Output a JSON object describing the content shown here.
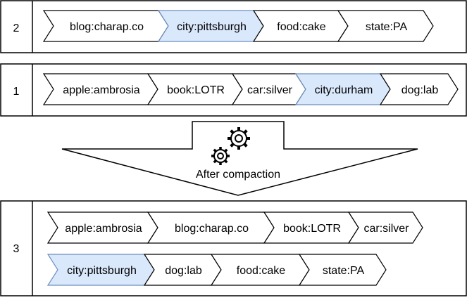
{
  "colors": {
    "stroke": "#000000",
    "fill_default": "#ffffff",
    "fill_highlight": "#dae8fc",
    "highlight_stroke": "#6c8ebf"
  },
  "segments": [
    {
      "index_label": "2",
      "chevrons": [
        {
          "label": "blog:charap.co",
          "highlight": false
        },
        {
          "label": "city:pittsburgh",
          "highlight": true
        },
        {
          "label": "food:cake",
          "highlight": false
        },
        {
          "label": "state:PA",
          "highlight": false
        }
      ]
    },
    {
      "index_label": "1",
      "chevrons": [
        {
          "label": "apple:ambrosia",
          "highlight": false
        },
        {
          "label": "book:LOTR",
          "highlight": false
        },
        {
          "label": "car:silver",
          "highlight": false
        },
        {
          "label": "city:durham",
          "highlight": true
        },
        {
          "label": "dog:lab",
          "highlight": false
        }
      ]
    },
    {
      "index_label": "3",
      "rows": [
        {
          "chevrons": [
            {
              "label": "apple:ambrosia",
              "highlight": false
            },
            {
              "label": "blog:charap.co",
              "highlight": false
            },
            {
              "label": "book:LOTR",
              "highlight": false
            },
            {
              "label": "car:silver",
              "highlight": false
            }
          ]
        },
        {
          "chevrons": [
            {
              "label": "city:pittsburgh",
              "highlight": true
            },
            {
              "label": "dog:lab",
              "highlight": false
            },
            {
              "label": "food:cake",
              "highlight": false
            },
            {
              "label": "state:PA",
              "highlight": false
            }
          ]
        }
      ]
    }
  ],
  "arrow": {
    "label": "After compaction",
    "icon": "gears-icon"
  }
}
